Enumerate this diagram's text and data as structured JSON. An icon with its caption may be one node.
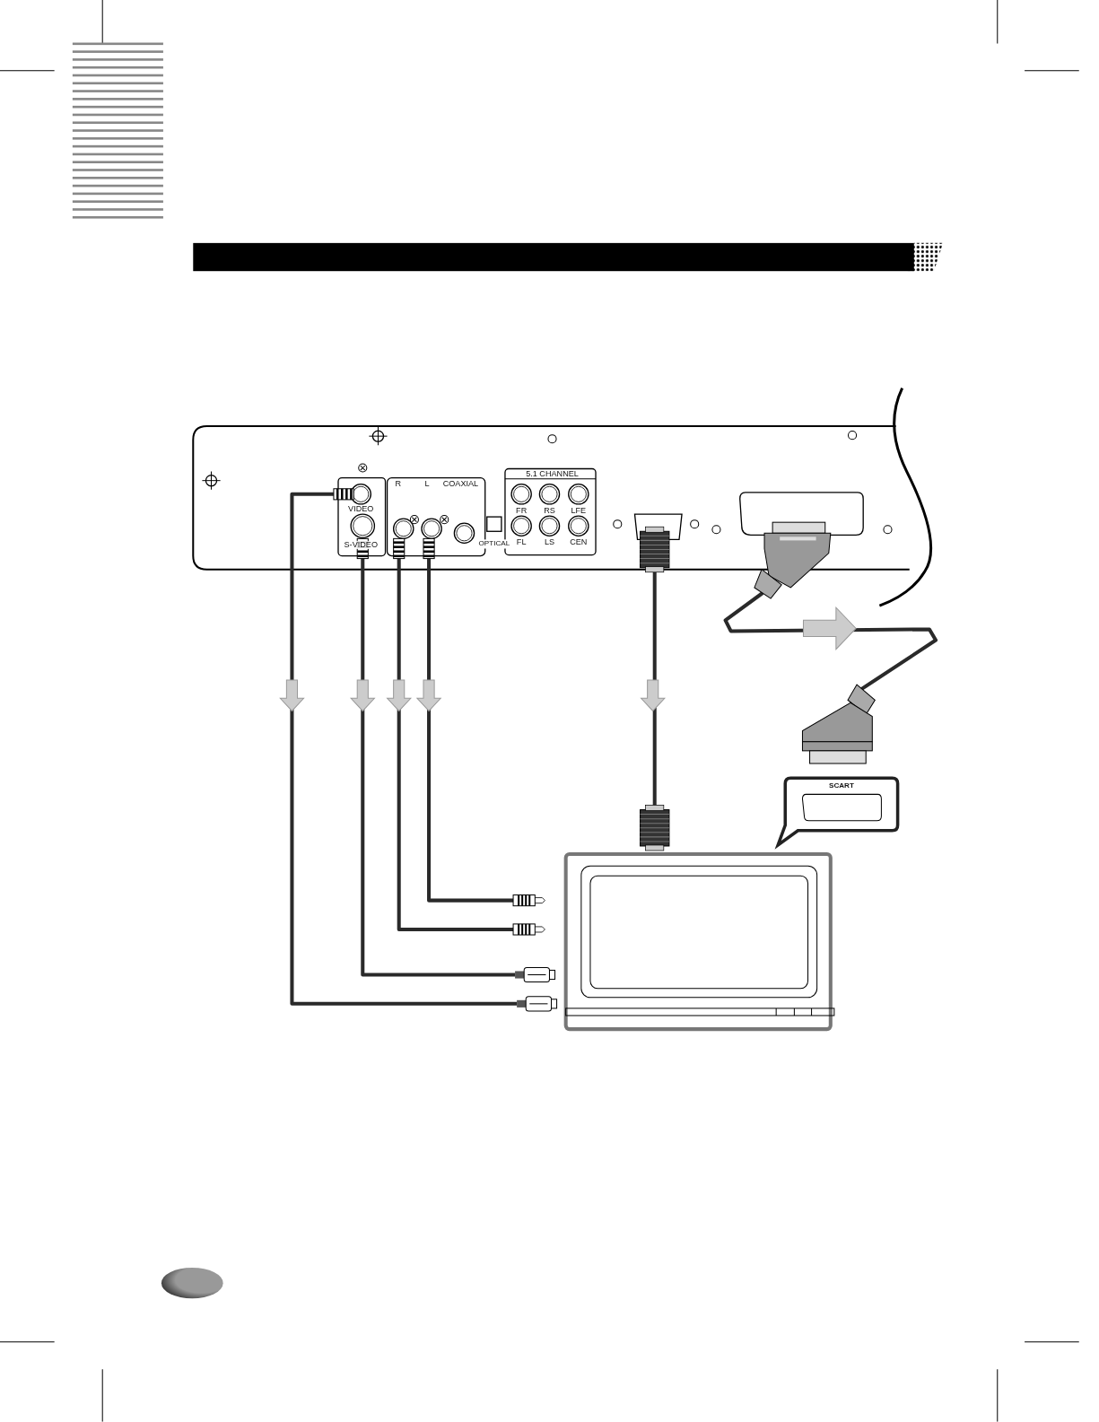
{
  "diagram": {
    "nodes": [
      {
        "text": [],
        "shape": "plug"
      },
      {
        "text": [],
        "shape": "plug"
      },
      {
        "text": [],
        "shape": "plug"
      },
      {
        "text": [],
        "shape": "plug"
      },
      {
        "text": [],
        "shape": "plug"
      },
      {
        "text": [],
        "shape": "plug"
      },
      {
        "text": [],
        "shape": "plug"
      },
      {
        "text": [],
        "shape": "plug"
      },
      {
        "text": [],
        "shape": "plug"
      },
      {
        "text": [],
        "shape": "plug"
      },
      {
        "text": [],
        "shape": "plug"
      },
      {
        "text": [],
        "shape": "plug"
      }
    ],
    "edges": [
      {
        "from": 0,
        "to": 11,
        "arrow": "none"
      },
      {
        "from": 1,
        "to": 10,
        "arrow": "none"
      },
      {
        "from": 2,
        "to": 9,
        "arrow": "none"
      },
      {
        "from": 3,
        "to": 8,
        "arrow": "none"
      },
      {
        "from": 4,
        "to": 7,
        "arrow": "none"
      },
      {
        "from": 5,
        "to": 6,
        "arrow": "none"
      }
    ],
    "labels": [
      "5.1 CHANNEL",
      "R",
      "L",
      "COAXIAL",
      "VIDEO",
      "FR",
      "RS",
      "LFE",
      "S-VIDEO",
      "OPTICAL",
      "FL",
      "LS",
      "CEN",
      "SCART"
    ]
  }
}
